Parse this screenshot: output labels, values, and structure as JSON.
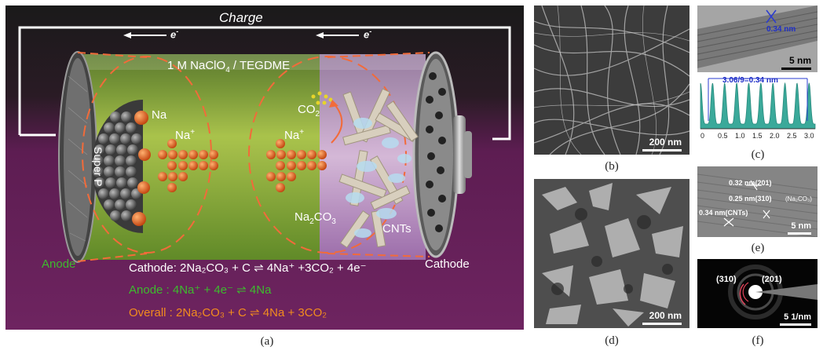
{
  "panel_a": {
    "charge": "Charge",
    "electron_left": "e",
    "electron_right": "e",
    "electron_sup": "-",
    "electrolyte": "1 M NaClO",
    "electrolyte_sub": "4",
    "electrolyte_rest": " / TEGDME",
    "na_label": "Na",
    "superp": "Super P",
    "na_ion_left": "Na",
    "na_ion_right": "Na",
    "ion_sup": "+",
    "co2": "CO",
    "co2_sub": "2",
    "na2co3_a": "Na",
    "na2co3_sub": "2",
    "na2co3_b": "CO",
    "na2co3_sub2": "3",
    "cnts": "CNTs",
    "anode": "Anode",
    "cathode": "Cathode",
    "eq_cathode": "Cathode: 2Na₂CO₃ + C ⇌ 4Na⁺ +3CO₂ + 4e⁻",
    "eq_anode": "Anode  : 4Na⁺ + 4e⁻ ⇌ 4Na",
    "eq_overall": "Overall : 2Na₂CO₃ + C ⇌ 4Na + 3CO₂",
    "caption": "(a)",
    "colors": {
      "green": "#3dbb2e",
      "orange": "#f28c1e",
      "bg_purple": "#6a1f5a"
    }
  },
  "panel_b": {
    "scale": "200 nm",
    "caption": "(b)"
  },
  "panel_c": {
    "spacing": "0.34 nm",
    "scale": "5 nm",
    "profile": "3.06/9=0.34 nm",
    "ticks": [
      "0",
      "0.5",
      "1.0",
      "1.5",
      "2.0",
      "2.5",
      "3.0"
    ],
    "caption": "(c)"
  },
  "panel_d": {
    "scale": "200 nm",
    "caption": "(d)"
  },
  "panel_e": {
    "l1": "0.32 nm(201)",
    "l2": "0.25 nm(310)",
    "l2b": "(Na₂CO₃)",
    "l3": "0.34 nm(CNTs)",
    "scale": "5 nm",
    "caption": "(e)"
  },
  "panel_f": {
    "ring1": "(310)",
    "ring2": "(201)",
    "scale": "5 1/nm",
    "caption": "(f)"
  }
}
